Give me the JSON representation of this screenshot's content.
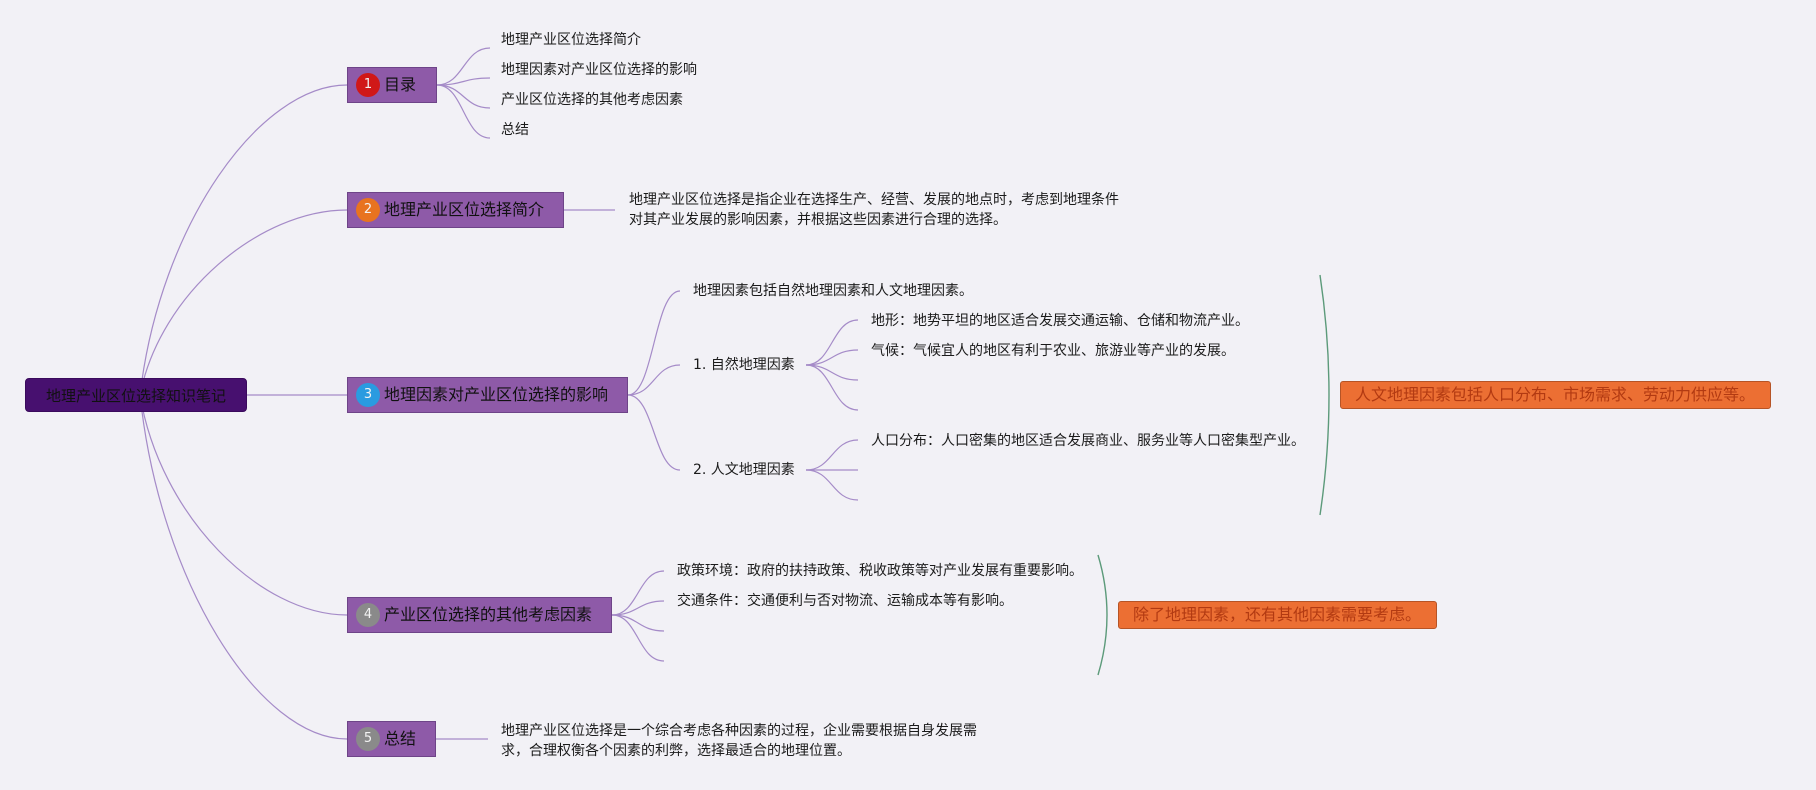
{
  "root": "地理产业区位选择知识笔记",
  "colors": {
    "badge1": "#d01818",
    "badge2": "#e8731f",
    "badge3": "#2a9be0",
    "badge4": "#8a8a8a",
    "badge5": "#8a8a8a",
    "link": "#a58bc8",
    "bracket": "#5c9a7a"
  },
  "topics": {
    "t1": {
      "num": "1",
      "label": "目录",
      "items": [
        "地理产业区位选择简介",
        "地理因素对产业区位选择的影响",
        "产业区位选择的其他考虑因素",
        "总结"
      ]
    },
    "t2": {
      "num": "2",
      "label": "地理产业区位选择简介",
      "text": "地理产业区位选择是指企业在选择生产、经营、发展的地点时，考虑到地理条件对其产业发展的影响因素，并根据这些因素进行合理的选择。"
    },
    "t3": {
      "num": "3",
      "label": "地理因素对产业区位选择的影响",
      "intro": "地理因素包括自然地理因素和人文地理因素。",
      "natural": {
        "label": "1. 自然地理因素",
        "items": [
          "地形：地势平坦的地区适合发展交通运输、仓储和物流产业。",
          "气候：气候宜人的地区有利于农业、旅游业等产业的发展。"
        ]
      },
      "human": {
        "label": "2. 人文地理因素",
        "items": [
          "人口分布：人口密集的地区适合发展商业、服务业等人口密集型产业。"
        ]
      },
      "summary": "人文地理因素包括人口分布、市场需求、劳动力供应等。"
    },
    "t4": {
      "num": "4",
      "label": "产业区位选择的其他考虑因素",
      "items": [
        "政策环境：政府的扶持政策、税收政策等对产业发展有重要影响。",
        "交通条件：交通便利与否对物流、运输成本等有影响。"
      ],
      "summary": "除了地理因素，还有其他因素需要考虑。"
    },
    "t5": {
      "num": "5",
      "label": "总结",
      "text": "地理产业区位选择是一个综合考虑各种因素的过程，企业需要根据自身发展需求，合理权衡各个因素的利弊，选择最适合的地理位置。"
    }
  }
}
